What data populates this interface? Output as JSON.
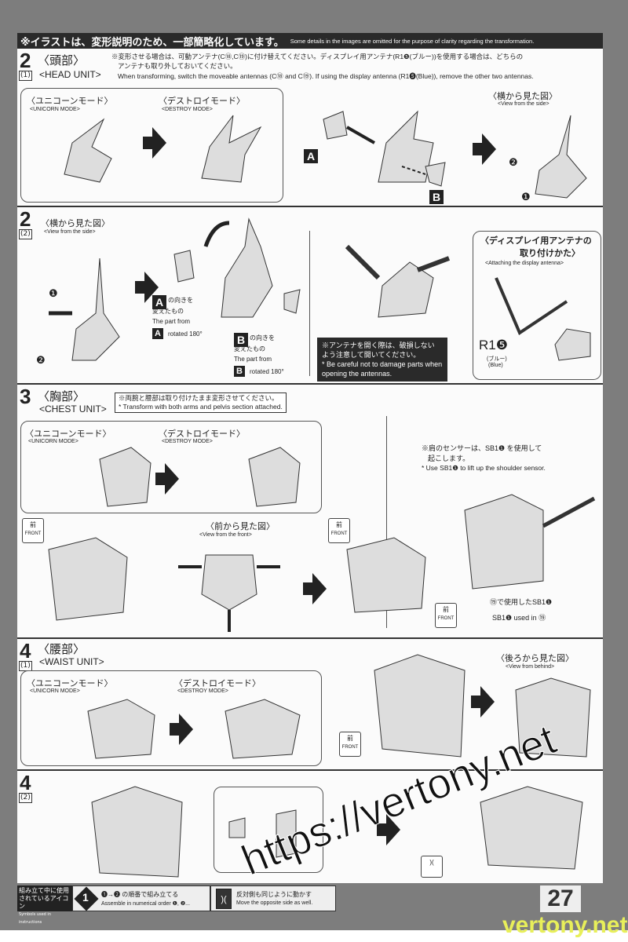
{
  "header": {
    "jp": "※イラストは、変形説明のため、一部簡略化しています。",
    "en": "Some details in the images are omitted for the purpose of clarity regarding the transformation."
  },
  "s21": {
    "num": "2",
    "sub": "(1)",
    "title_jp": "〈頭部〉",
    "title_en": "<HEAD UNIT>",
    "note_jp1": "※変形させる場合は、可動アンテナ(C⑱,C⑲)に付け替えてください。ディスプレイ用アンテナ(R1❺(ブルー))を使用する場合は、どちらの",
    "note_jp2": "アンテナも取り外しておいてください。",
    "note_en": "When transforming, switch the moveable antennas (C⑱ and C⑲). If using the display antenna (R1❺(Blue)), remove the other two antennas.",
    "unicorn_jp": "〈ユニコーンモード〉",
    "unicorn_en": "<UNICORN MODE>",
    "destroy_jp": "〈デストロイモード〉",
    "destroy_en": "<DESTROY MODE>",
    "label_a": "A",
    "label_b": "B",
    "side_jp": "〈横から見た図〉",
    "side_en": "<View from the side>",
    "m1": "❶",
    "m2": "❷"
  },
  "s22": {
    "num": "2",
    "sub": "(2)",
    "side_jp": "〈横から見た図〉",
    "side_en": "<View from the side>",
    "m1": "❶",
    "m2": "❷",
    "a_jp1": "の向きを",
    "a_jp2": "変えたもの",
    "a_en1": "The part from",
    "a_en2": "rotated 180°",
    "label_a": "A",
    "label_b": "B",
    "warn_jp": "※アンテナを開く際は、破損しない よう注意して開いてください。",
    "warn_en": "* Be careful not to damage parts when opening the antennas.",
    "display_jp1": "〈ディスプレイ用アンテナの",
    "display_jp2": "取り付けかた〉",
    "display_en": "<Attaching the display antenna>",
    "part": "R1❺",
    "part_jp": "(ブルー)",
    "part_en": "(Blue)"
  },
  "s3": {
    "num": "3",
    "title_jp": "〈胸部〉",
    "title_en": "<CHEST UNIT>",
    "note_jp": "※両腕と腰部は取り付けたまま変形させてください。",
    "note_en": "* Transform with both arms and pelvis section attached.",
    "unicorn_jp": "〈ユニコーンモード〉",
    "unicorn_en": "<UNICORN MODE>",
    "destroy_jp": "〈デストロイモード〉",
    "destroy_en": "<DESTROY MODE>",
    "sensor_jp1": "※肩のセンサーは、SB1❶ を使用して",
    "sensor_jp2": "起こします。",
    "sensor_en": "* Use SB1❶ to lift up the shoulder sensor.",
    "front_view_jp": "〈前から見た図〉",
    "front_view_en": "<View from the front>",
    "front_jp": "前",
    "front_en": "FRONT",
    "used_jp": "⑲で使用したSB1❶",
    "used_en": "SB1❶ used in ⑲"
  },
  "s41": {
    "num": "4",
    "sub": "(1)",
    "title_jp": "〈腰部〉",
    "title_en": "<WAIST UNIT>",
    "unicorn_jp": "〈ユニコーンモード〉",
    "unicorn_en": "<UNICORN MODE>",
    "destroy_jp": "〈デストロイモード〉",
    "destroy_en": "<DESTROY MODE>",
    "behind_jp": "〈後ろから見た図〉",
    "behind_en": "<View from behind>",
    "front_jp": "前",
    "front_en": "FRONT"
  },
  "s42": {
    "num": "4",
    "sub": "(2)"
  },
  "footer": {
    "icons_jp1": "組み立て中に使用",
    "icons_jp2": "されているアイコン",
    "icons_en": "Symbols used in instructions",
    "order_icon": "1",
    "order_jp": "❶→❷ の順番で組み立てる",
    "order_en": "Assemble in numerical order ❶, ❷...",
    "opposite_jp": "反対側も同じように動かす",
    "opposite_en": "Move the opposite side as well.",
    "page": "27"
  },
  "watermark": {
    "url": "https://vertony.net",
    "site": "vertony.net"
  }
}
